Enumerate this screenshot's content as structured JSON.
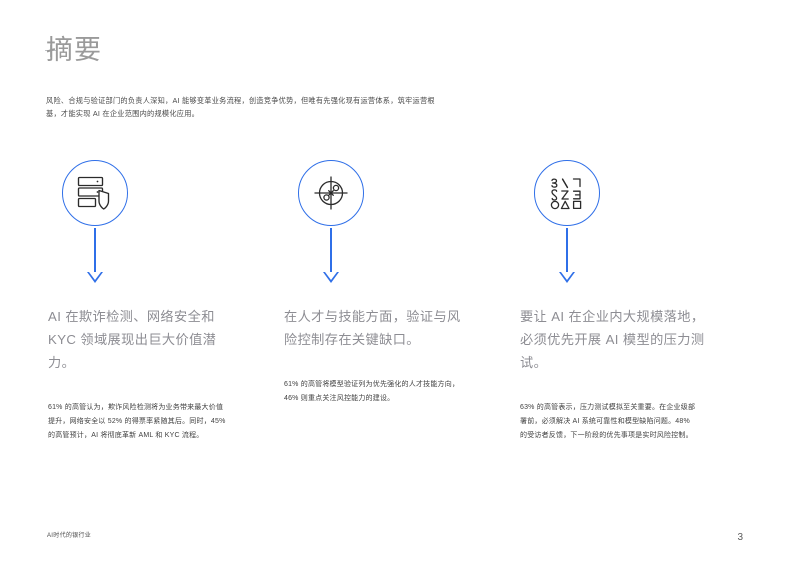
{
  "page": {
    "title": "摘要",
    "intro": "风险、合规与验证部门的负责人深知，AI 能够变革业务流程，创造竞争优势，但唯有先强化现有运营体系，筑牢运营根基，才能实现 AI 在企业范围内的规模化应用。",
    "background_color": "#ffffff",
    "accent_color": "#2f6fe8",
    "title_color": "#9a9a9a",
    "headline_color": "#8d8d93",
    "body_color": "#3f3f3f"
  },
  "columns": [
    {
      "icon_name": "server-shield-icon",
      "connector_name": "down-arrow-connector",
      "headline": "AI 在欺诈检测、网络安全和 KYC 领域展现出巨大价值潜力。",
      "body": "61% 的高管认为，欺诈风险检测将为业务带来最大价值提升，网络安全以 52% 的得票率紧随其后。同时，45% 的高管预计，AI 将彻底革新 AML 和 KYC 流程。"
    },
    {
      "icon_name": "target-crosshair-icon",
      "connector_name": "down-arrow-connector",
      "headline": "在人才与技能方面，验证与风险控制存在关键缺口。",
      "body": "61% 的高管将模型验证列为优先强化的人才技能方向，46% 则重点关注风控能力的建设。"
    },
    {
      "icon_name": "shapes-grid-icon",
      "connector_name": "down-arrow-connector",
      "headline": "要让 AI 在企业内大规模落地，必须优先开展 AI 模型的压力测试。",
      "body": "63% 的高管表示，压力测试模拟至关重要。在企业级部署前，必须解决 AI 系统可靠性和模型缺陷问题。48% 的受访者反馈，下一阶段的优先事项是实时风险控制。"
    }
  ],
  "footer": {
    "document_label": "AI时代的银行业",
    "page_number": "3"
  }
}
